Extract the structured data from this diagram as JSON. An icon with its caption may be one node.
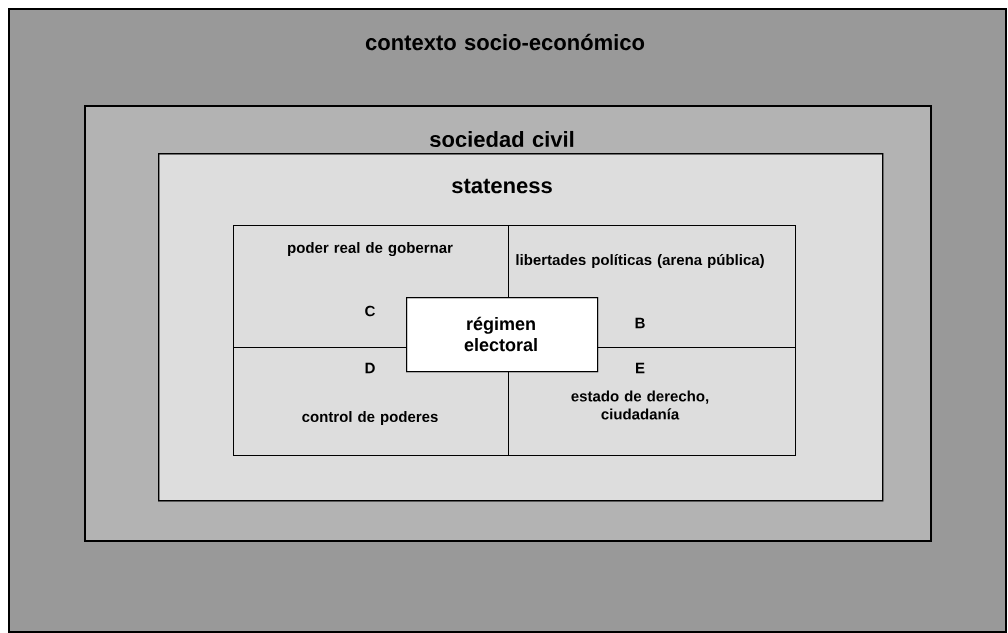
{
  "diagram": {
    "nodes": [
      {
        "text": [
          "contexto socio-económico"
        ]
      },
      {
        "text": [
          "sociedad civil"
        ],
        "in": 0
      },
      {
        "text": [
          "stateness"
        ],
        "in": 1
      },
      {
        "text": [
          "poder real de gobernar",
          "C"
        ],
        "in": 2
      },
      {
        "text": [
          "libertades políticas (arena pública)",
          "B"
        ],
        "in": 2
      },
      {
        "text": [
          "D",
          "control de poderes"
        ],
        "in": 2
      },
      {
        "text": [
          "E",
          "estado de derecho, ciudadanía"
        ],
        "in": 2
      },
      {
        "text": [
          "régimen electoral"
        ],
        "in": 2
      }
    ]
  }
}
